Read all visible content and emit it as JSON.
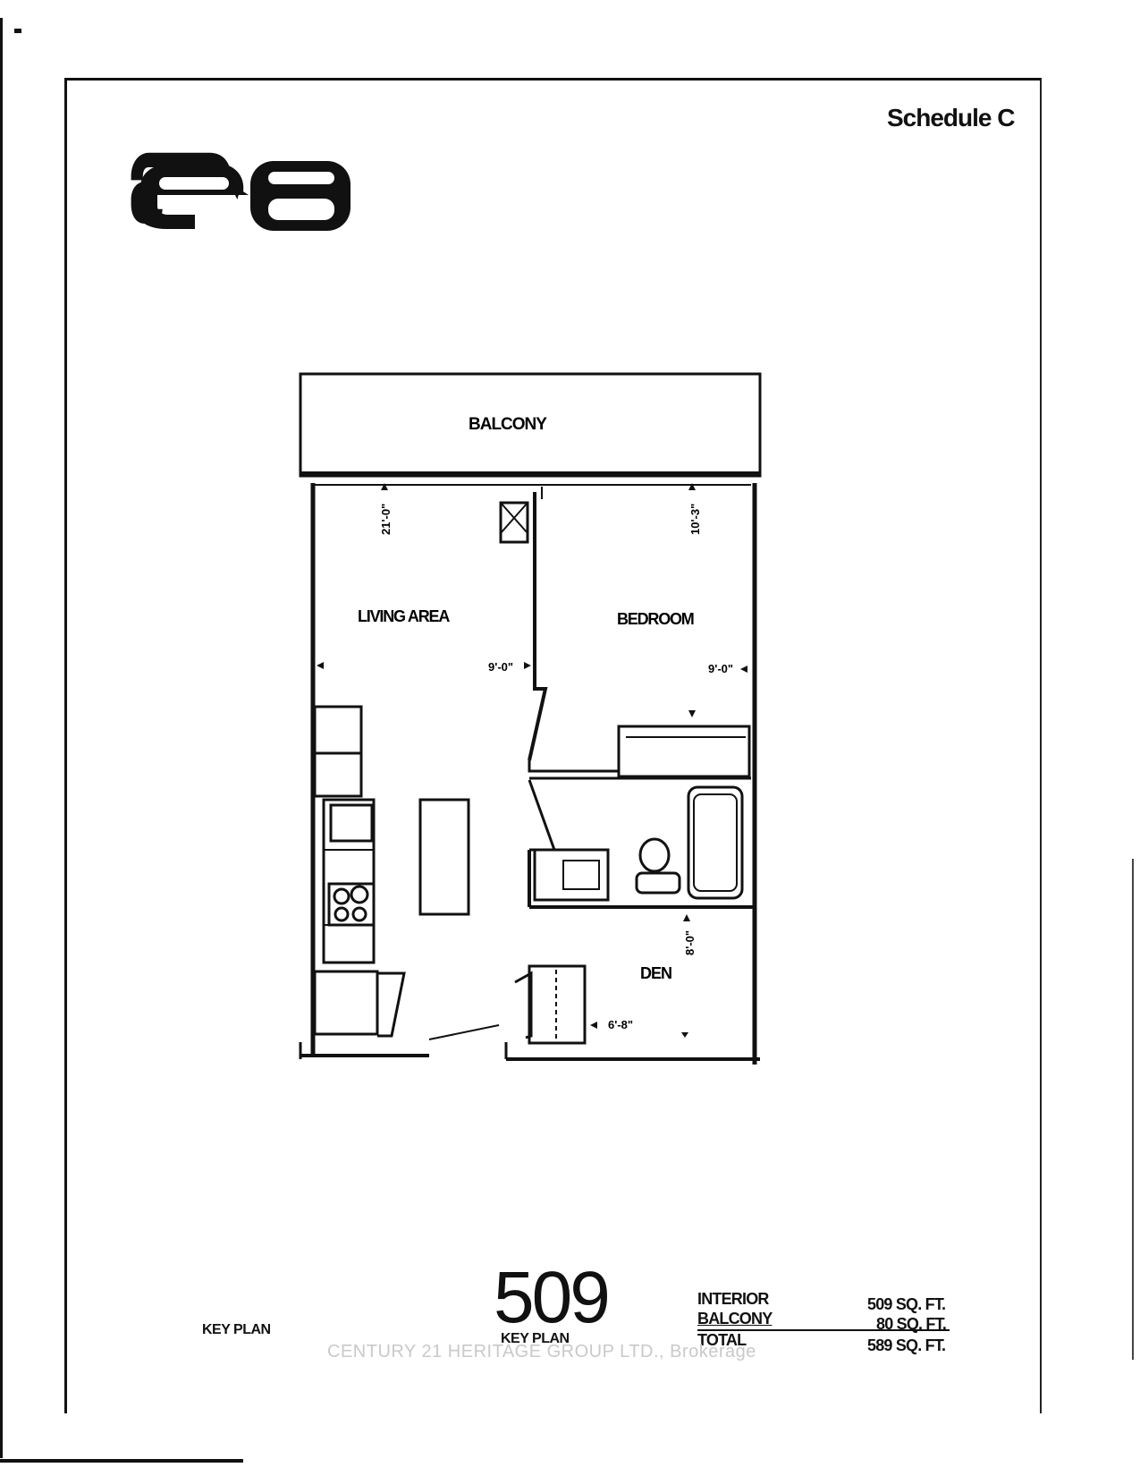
{
  "schedule_label": "Schedule C",
  "logo_text": "e8",
  "rooms": {
    "balcony": "BALCONY",
    "living_area": "LIVING AREA",
    "bedroom": "BEDROOM",
    "den": "DEN"
  },
  "dimensions": {
    "living_length": "21'-0\"",
    "living_width": "9'-0\"",
    "bedroom_length": "10'-3\"",
    "bedroom_width": "9'-0\"",
    "den_length": "8'-0\"",
    "den_width": "6'-8\""
  },
  "unit_number": "509",
  "key_plan_label": "KEY PLAN",
  "areas": [
    {
      "label": "INTERIOR",
      "value": "509 SQ. FT."
    },
    {
      "label": "BALCONY",
      "value": "80 SQ. FT."
    },
    {
      "label": "TOTAL",
      "value": "589 SQ. FT."
    }
  ],
  "watermark": "CENTURY 21 HERITAGE GROUP LTD., Brokerage"
}
